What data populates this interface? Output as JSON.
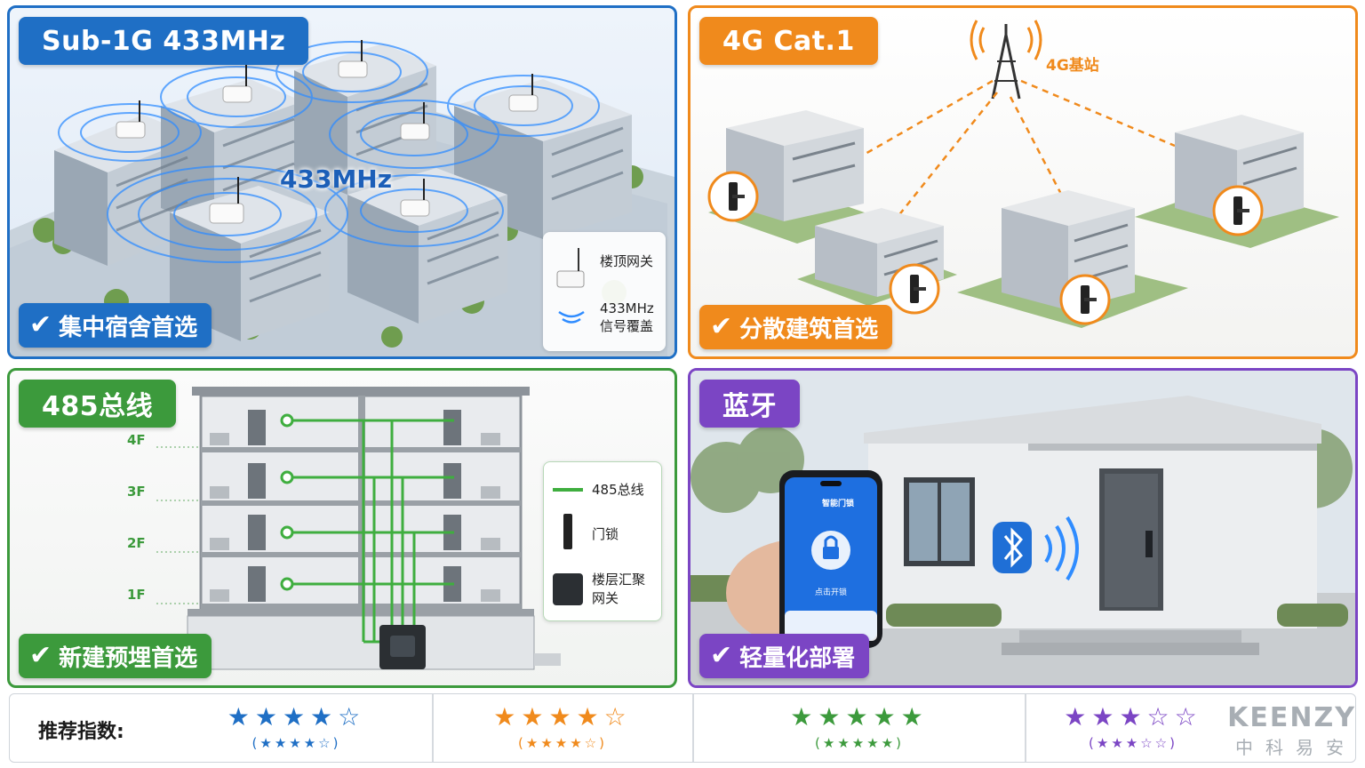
{
  "panels": {
    "sub1g": {
      "title": "Sub-1G 433MHz",
      "center_label": "433MHz",
      "pick": "集中宿舍首选",
      "legend": {
        "gateway": "楼顶网关",
        "signal_line1": "433MHz",
        "signal_line2": "信号覆盖"
      },
      "color": "#1f6fc5"
    },
    "cat1": {
      "title": "4G Cat.1",
      "tower_label": "4G基站",
      "pick": "分散建筑首选",
      "color": "#f08a1c"
    },
    "bus485": {
      "title": "485总线",
      "floors": [
        "4F",
        "3F",
        "2F",
        "1F"
      ],
      "pick": "新建预埋首选",
      "legend": {
        "bus": "485总线",
        "lock": "门锁",
        "gateway_line1": "楼层汇聚",
        "gateway_line2": "网关"
      },
      "color": "#3c9a3c"
    },
    "bluetooth": {
      "title": "蓝牙",
      "pick": "轻量化部署",
      "phone": {
        "title": "智能门锁",
        "action": "点击开锁"
      },
      "color": "#7b45c4"
    }
  },
  "rating": {
    "label": "推荐指数:",
    "items": [
      {
        "stars": "★★★★☆",
        "sub": "(★★★★☆)",
        "color": "#1f6fc5",
        "value": 4
      },
      {
        "stars": "★★★★☆",
        "sub": "(★★★★☆)",
        "color": "#f08a1c",
        "value": 4
      },
      {
        "stars": "★★★★★",
        "sub": "(★★★★★)",
        "color": "#3c9a3c",
        "value": 5
      },
      {
        "stars": "★★★☆☆",
        "sub": "(★★★☆☆)",
        "color": "#7b45c4",
        "value": 3
      }
    ]
  },
  "watermark": {
    "en": "KEENZY",
    "cn": "中科易安"
  }
}
